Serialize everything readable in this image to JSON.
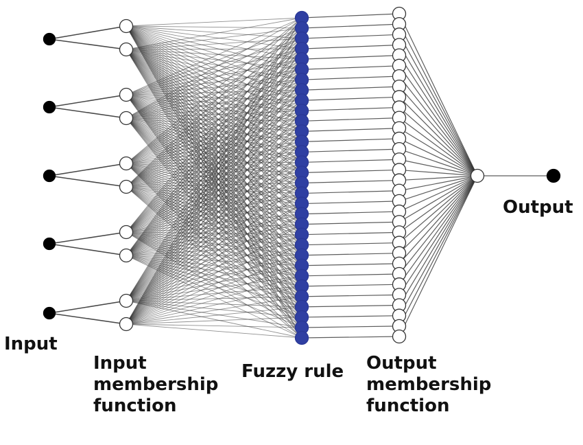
{
  "labels": {
    "input": "Input",
    "input_mf": "Input\nmembership\nfunction",
    "fuzzy_rule": "Fuzzy rule",
    "output_mf": "Output\nmembership\nfunction",
    "output": "Output"
  },
  "network": {
    "layers": [
      {
        "id": "input",
        "count": 5,
        "fill": "#000000",
        "stroke": "#000000"
      },
      {
        "id": "input_mf",
        "count": 10,
        "fill": "#ffffff",
        "stroke": "#333333"
      },
      {
        "id": "fuzzy_rule",
        "count": 32,
        "fill": "#2f3fa2",
        "stroke": "#2a3896"
      },
      {
        "id": "output_mf",
        "count": 32,
        "fill": "#ffffff",
        "stroke": "#333333"
      },
      {
        "id": "aggregate",
        "count": 1,
        "fill": "#ffffff",
        "stroke": "#333333"
      },
      {
        "id": "output",
        "count": 1,
        "fill": "#000000",
        "stroke": "#000000"
      }
    ],
    "connections": [
      {
        "from": "input",
        "to": "input_mf",
        "pattern": "pairs"
      },
      {
        "from": "input_mf",
        "to": "fuzzy_rule",
        "pattern": "full"
      },
      {
        "from": "fuzzy_rule",
        "to": "output_mf",
        "pattern": "one_to_one"
      },
      {
        "from": "output_mf",
        "to": "aggregate",
        "pattern": "full"
      },
      {
        "from": "aggregate",
        "to": "output",
        "pattern": "one_to_one"
      }
    ],
    "edge_color": "#333333"
  }
}
